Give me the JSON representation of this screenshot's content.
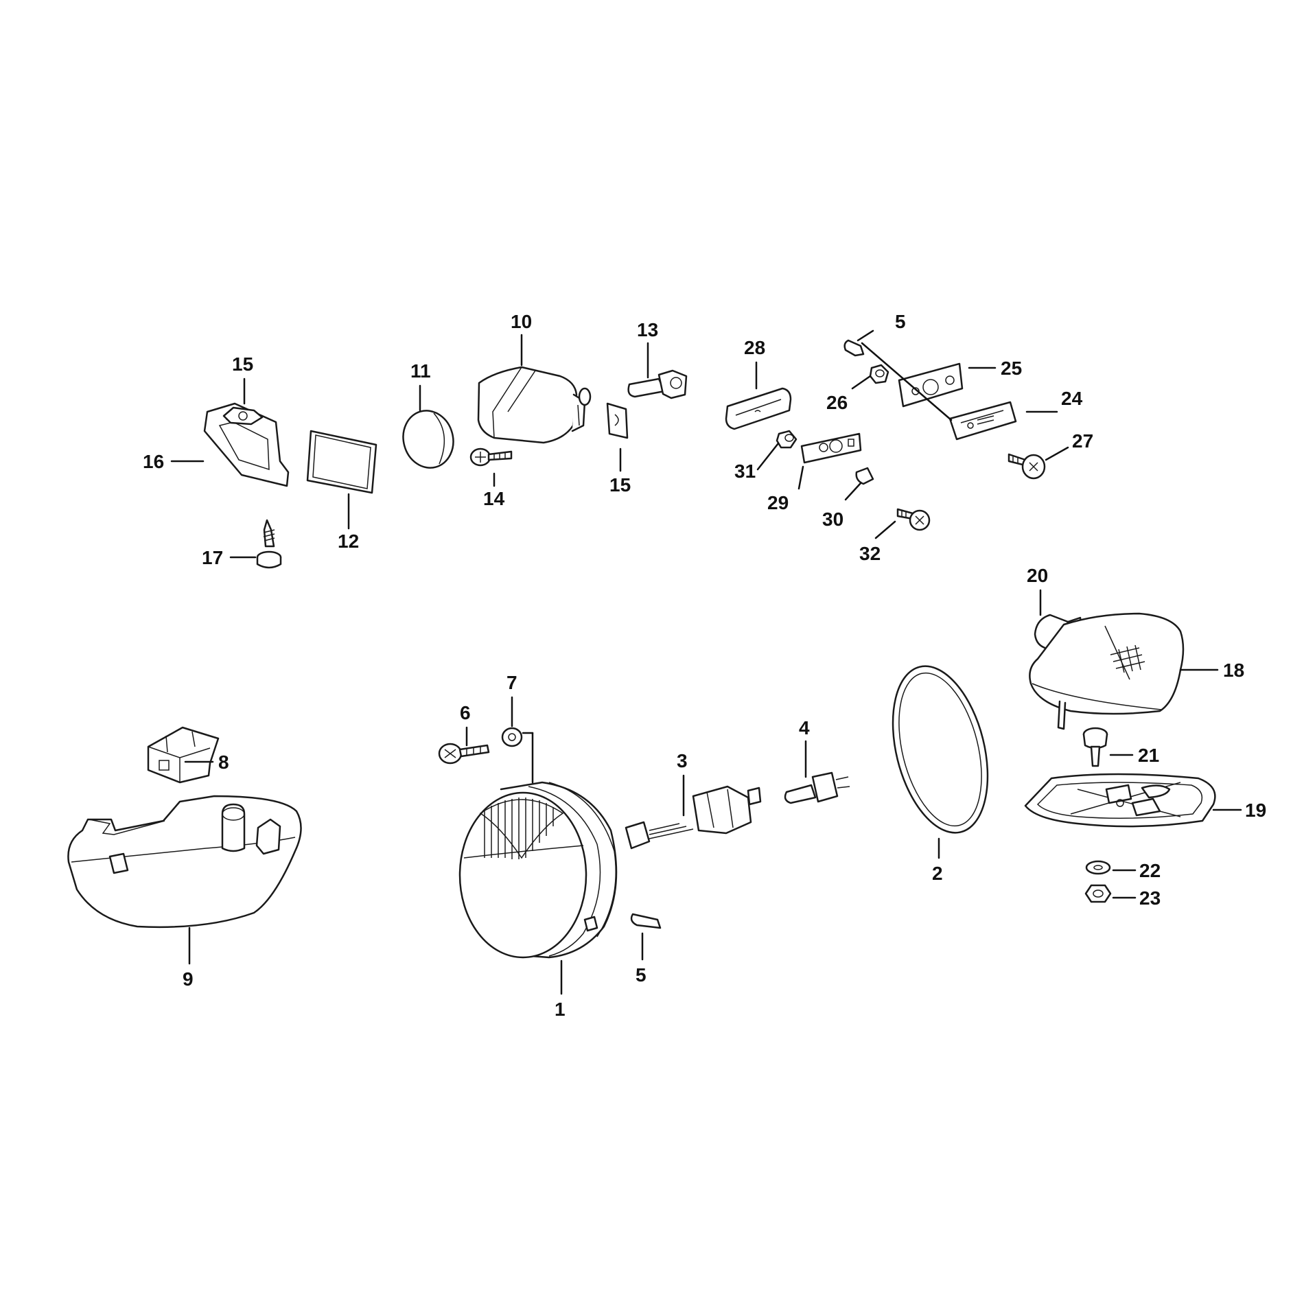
{
  "callouts": {
    "c1": "1",
    "c2": "2",
    "c3": "3",
    "c4": "4",
    "c5a": "5",
    "c5b": "5",
    "c6": "6",
    "c7": "7",
    "c8": "8",
    "c9": "9",
    "c10": "10",
    "c11": "11",
    "c12": "12",
    "c13": "13",
    "c14": "14",
    "c15a": "15",
    "c15b": "15",
    "c16": "16",
    "c17": "17",
    "c18": "18",
    "c19": "19",
    "c20": "20",
    "c21": "21",
    "c22": "22",
    "c23": "23",
    "c24": "24",
    "c25": "25",
    "c26": "26",
    "c27": "27",
    "c28": "28",
    "c29": "29",
    "c30": "30",
    "c31": "31",
    "c32": "32"
  },
  "colors": {
    "line": "#1a1a1a",
    "background": "#ffffff"
  }
}
